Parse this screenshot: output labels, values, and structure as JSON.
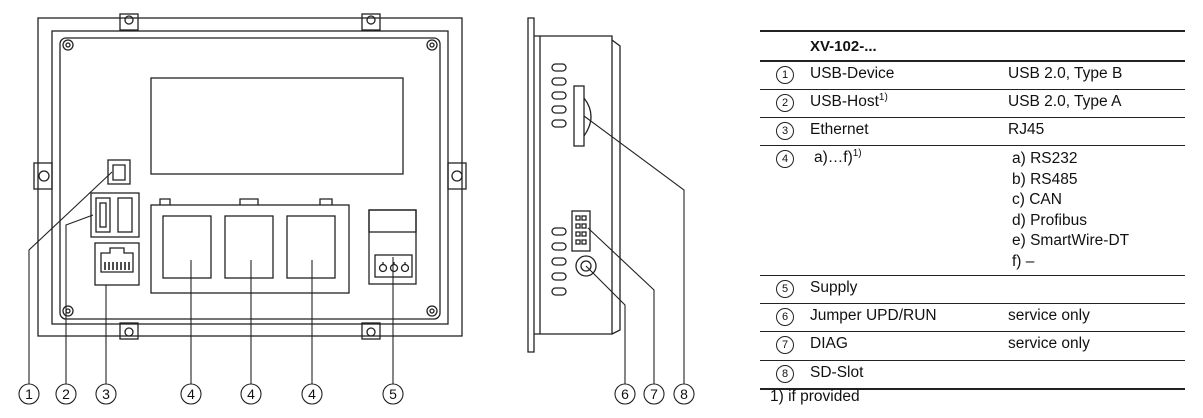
{
  "callouts": [
    "1",
    "2",
    "3",
    "4",
    "4",
    "4",
    "5",
    "6",
    "7",
    "8"
  ],
  "table": {
    "header": "XV-102-...",
    "rows": [
      {
        "num": "1",
        "name": "USB-Device",
        "value": "USB 2.0, Type B"
      },
      {
        "num": "2",
        "name": "USB-Host",
        "name_sup": "1)",
        "value": "USB 2.0, Type A"
      },
      {
        "num": "3",
        "name": "Ethernet",
        "value": "RJ45"
      },
      {
        "num": "4",
        "name": "a)…f)",
        "name_sup": "1)",
        "values": [
          "a) RS232",
          "b) RS485",
          "c) CAN",
          "d) Profibus",
          "e) SmartWire-DT",
          "f)  –"
        ]
      },
      {
        "num": "5",
        "name": "Supply",
        "value": ""
      },
      {
        "num": "6",
        "name": "Jumper UPD/RUN",
        "value": "service only"
      },
      {
        "num": "7",
        "name": "DIAG",
        "value": "service only"
      },
      {
        "num": "8",
        "name": "SD-Slot",
        "value": ""
      }
    ],
    "footnote": "1) if provided"
  }
}
